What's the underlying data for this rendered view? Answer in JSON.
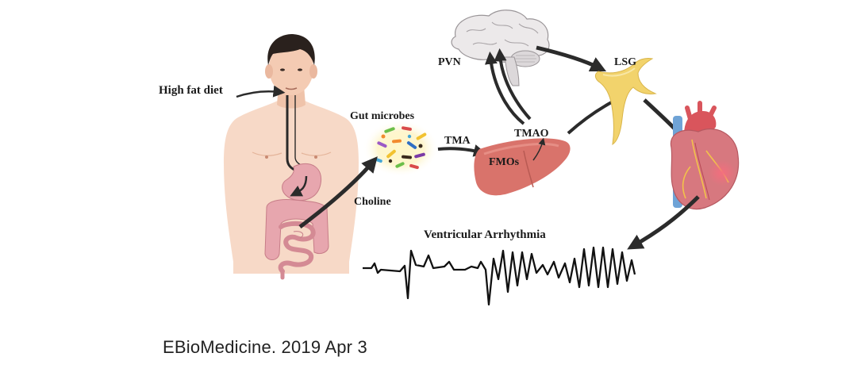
{
  "labels": {
    "high_fat_diet": "High fat diet",
    "gut_microbes": "Gut microbes",
    "choline": "Choline",
    "tma": "TMA",
    "fmos": "FMOs",
    "tmao": "TMAO",
    "pvn": "PVN",
    "lsg": "LSG",
    "ventricular_arrhythmia": "Ventricular Arrhythmia"
  },
  "citation": "EBioMedicine. 2019 Apr 3",
  "colors": {
    "skin": "#f6d2bd",
    "hair": "#2a211d",
    "intestine": "#e7a6ae",
    "liver": "#d9736b",
    "brain": "#ece9ea",
    "ganglion": "#f2d36c",
    "heart": "#d7787f",
    "arrow": "#2b2b2b"
  },
  "icons": [
    "human-body-icon",
    "bacteria-icon",
    "liver-icon",
    "brain-icon",
    "ganglion-icon",
    "heart-icon",
    "ecg-trace-icon"
  ]
}
